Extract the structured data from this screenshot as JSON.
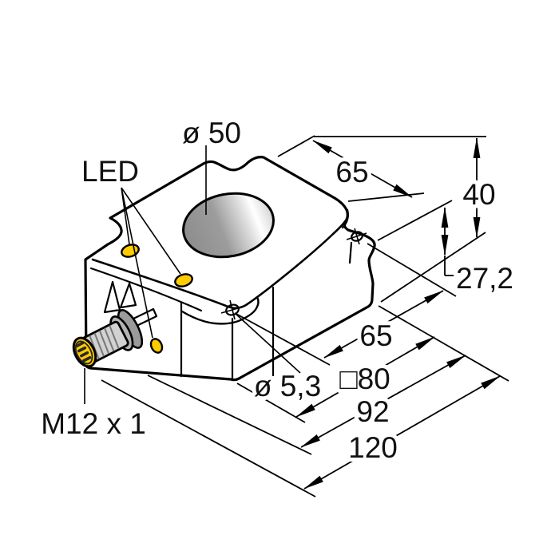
{
  "figure": {
    "type": "technical-dimension-drawing",
    "subject": "rectangular ring-bore inductive sensor with M12 connector",
    "led_count_visible": 3
  },
  "labels": {
    "bore_diameter": "ø 50",
    "led": "LED",
    "dim_top_width": "65",
    "dim_height": "40",
    "dim_step_height": "27,2",
    "dim_hole_spacing": "65",
    "mounting_hole_diameter": "ø 5,3",
    "dim_body_square": "□80",
    "dim_length_92": "92",
    "dim_length_120": "120",
    "connector_thread": "M12 x 1"
  },
  "colors": {
    "body": "#9b9b9b",
    "outline": "#000000",
    "led_yellow": "#ffcc00",
    "connector_face": "#ffcc00",
    "barrel": "#d2d2d2",
    "collar": "#b3b3b3",
    "background": "#ffffff"
  }
}
